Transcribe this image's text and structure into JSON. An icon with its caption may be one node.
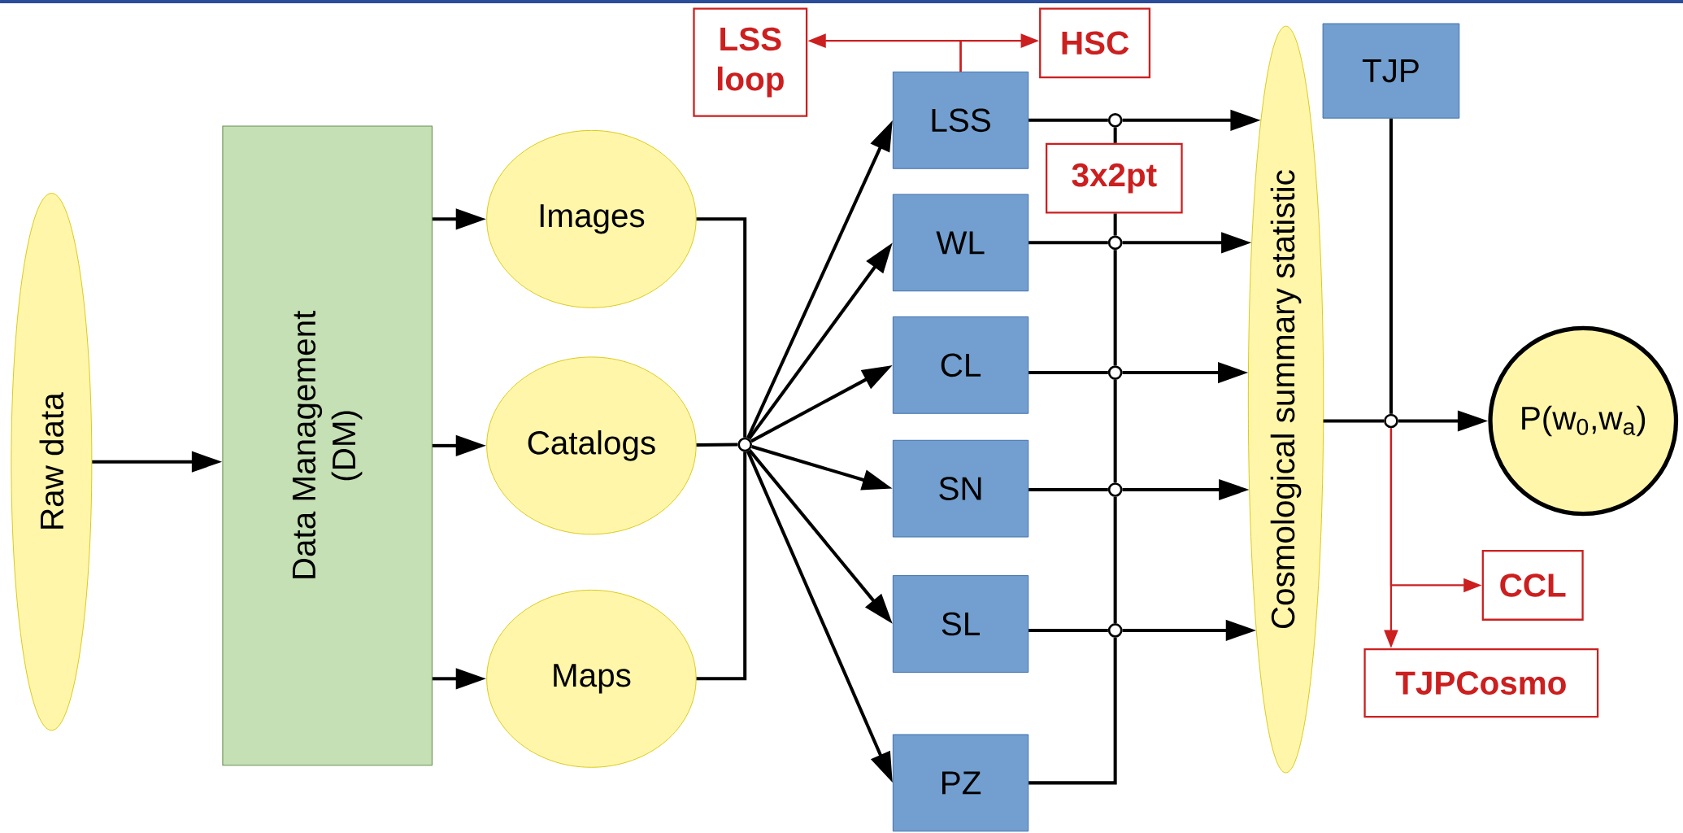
{
  "diagram": {
    "nodes": [
      {
        "text": [
          "Raw data"
        ]
      },
      {
        "text": [
          "Data Management (DM)"
        ]
      },
      {
        "text": [
          "Images"
        ]
      },
      {
        "text": [
          "Catalogs"
        ]
      },
      {
        "text": [
          "Maps"
        ]
      },
      {
        "text": [
          "LSS loop"
        ]
      },
      {
        "text": [
          "HSC"
        ]
      },
      {
        "text": [
          "LSS"
        ]
      },
      {
        "text": [
          "WL"
        ]
      },
      {
        "text": [
          "CL"
        ]
      },
      {
        "text": [
          "SN"
        ]
      },
      {
        "text": [
          "SL"
        ]
      },
      {
        "text": [
          "PZ"
        ]
      },
      {
        "text": [
          "3x2pt"
        ]
      },
      {
        "text": [
          "Cosmological summary statistic"
        ]
      },
      {
        "text": [
          "TJP"
        ]
      },
      {
        "text": [
          "P(w$_{0}$,w$_{a}$)"
        ]
      },
      {
        "text": [
          "CCL"
        ]
      },
      {
        "text": [
          "TJPCosmo"
        ]
      },
      {
        "text": [],
        "shape": "circle"
      },
      {
        "text": [],
        "shape": "circle"
      },
      {
        "text": [],
        "shape": "circle"
      },
      {
        "text": [],
        "shape": "circle"
      },
      {
        "text": [],
        "shape": "circle"
      },
      {
        "text": [],
        "shape": "circle"
      },
      {
        "text": [],
        "shape": "circle"
      }
    ],
    "edges": [
      {
        "from": 0,
        "to": 1,
        "arrow": "to"
      },
      {
        "from": 1,
        "to": 2,
        "arrow": "to"
      },
      {
        "from": 1,
        "to": 3,
        "arrow": "to"
      },
      {
        "from": 1,
        "to": 4,
        "arrow": "to"
      },
      {
        "from": 2,
        "to": 19,
        "arrow": "none"
      },
      {
        "from": 3,
        "to": 19,
        "arrow": "none"
      },
      {
        "from": 4,
        "to": 19,
        "arrow": "none"
      },
      {
        "from": 19,
        "to": 7,
        "arrow": "to"
      },
      {
        "from": 19,
        "to": 8,
        "arrow": "to"
      },
      {
        "from": 19,
        "to": 9,
        "arrow": "to"
      },
      {
        "from": 19,
        "to": 10,
        "arrow": "to"
      },
      {
        "from": 19,
        "to": 11,
        "arrow": "to"
      },
      {
        "from": 19,
        "to": 12,
        "arrow": "to"
      },
      {
        "from": 7,
        "to": 5,
        "arrow": "to",
        "color": "#cc1f1f"
      },
      {
        "from": 7,
        "to": 6,
        "arrow": "to",
        "color": "#cc1f1f"
      },
      {
        "from": 7,
        "to": 20,
        "arrow": "none"
      },
      {
        "from": 8,
        "to": 21,
        "arrow": "none"
      },
      {
        "from": 9,
        "to": 22,
        "arrow": "none"
      },
      {
        "from": 10,
        "to": 23,
        "arrow": "none"
      },
      {
        "from": 11,
        "to": 24,
        "arrow": "none"
      },
      {
        "from": 20,
        "to": 14,
        "arrow": "to"
      },
      {
        "from": 21,
        "to": 14,
        "arrow": "to"
      },
      {
        "from": 22,
        "to": 14,
        "arrow": "to"
      },
      {
        "from": 23,
        "to": 14,
        "arrow": "to"
      },
      {
        "from": 24,
        "to": 14,
        "arrow": "to"
      },
      {
        "from": 12,
        "to": 24,
        "arrow": "none"
      },
      {
        "from": 24,
        "to": 23,
        "arrow": "none"
      },
      {
        "from": 23,
        "to": 22,
        "arrow": "none"
      },
      {
        "from": 22,
        "to": 21,
        "arrow": "none"
      },
      {
        "from": 21,
        "to": 13,
        "arrow": "none"
      },
      {
        "from": 13,
        "to": 20,
        "arrow": "none"
      },
      {
        "from": 15,
        "to": 25,
        "arrow": "none"
      },
      {
        "from": 14,
        "to": 25,
        "arrow": "none"
      },
      {
        "from": 25,
        "to": 16,
        "arrow": "to"
      },
      {
        "from": 25,
        "to": 18,
        "arrow": "to",
        "color": "#cc1f1f"
      },
      {
        "from": 25,
        "to": 17,
        "arrow": "to",
        "color": "#cc1f1f"
      }
    ]
  }
}
